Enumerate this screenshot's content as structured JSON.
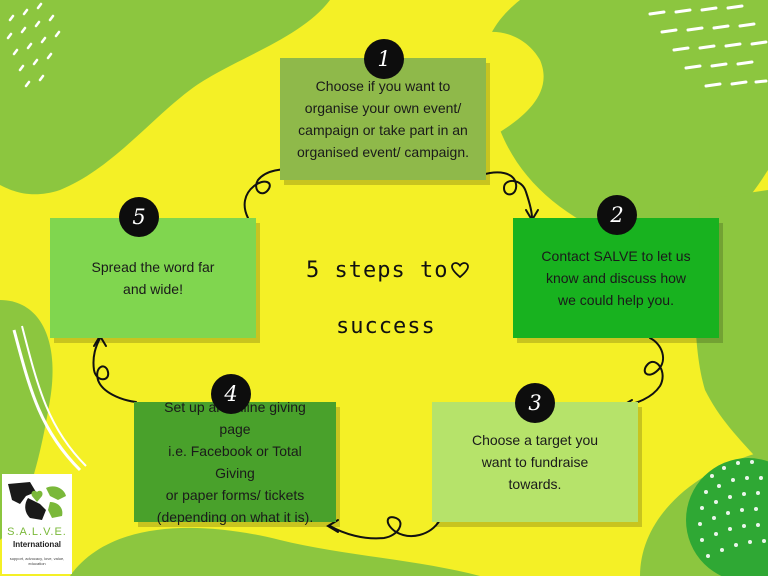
{
  "steps": [
    {
      "number": "1",
      "text": [
        "Choose if you want to",
        "organise your own event/",
        "campaign or take part in an",
        "organised event/ campaign."
      ]
    },
    {
      "number": "2",
      "text": [
        "Contact SALVE to let us",
        "know and discuss how",
        "we could help you."
      ]
    },
    {
      "number": "3",
      "text": [
        "Choose a target you",
        "want to fundraise",
        "towards."
      ]
    },
    {
      "number": "4",
      "text": [
        "Set up an online giving page",
        "i.e. Facebook or Total Giving",
        "or paper forms/ tickets",
        "(depending on what it is)."
      ]
    },
    {
      "number": "5",
      "text": [
        "Spread the word far",
        "and wide!"
      ]
    }
  ],
  "center": {
    "line1": "5 steps to",
    "line2": "success",
    "heart_icon": "heart-outline-icon"
  },
  "logo": {
    "name": "S.A.L.V.E.",
    "subtitle": "International",
    "tagline": "support, advocacy, love, value, education",
    "icon": "hands-heart-icon"
  },
  "colors": {
    "background": "#f4f026",
    "blob": "#8cc63f",
    "box1": "#8fb94a",
    "box2": "#18b21f",
    "box3": "#b6e36a",
    "box4": "#49a12b",
    "box5": "#80d64f",
    "badge": "#0d0d0d"
  }
}
